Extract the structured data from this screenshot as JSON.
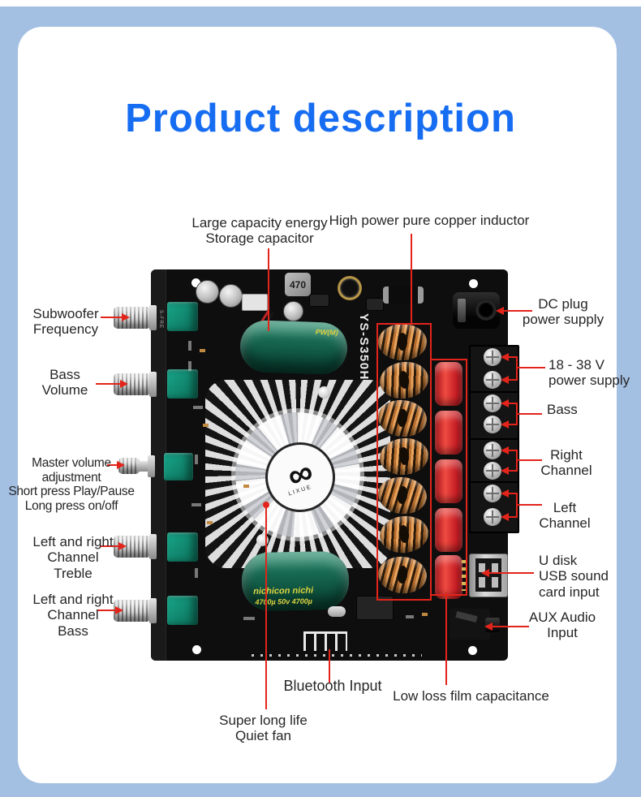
{
  "title": "Product description",
  "colors": {
    "accent_red": "#e3241b",
    "title_blue": "#176df2",
    "frame_blue": "#a3bfe2",
    "pcb_black": "#0e0e0e",
    "potentiometer_teal": "#11967c",
    "inductor_copper": "#c67a33",
    "film_capacitor_red": "#cf2027"
  },
  "board": {
    "model": "YS-S350H",
    "inductor_chip_value": "470",
    "capacitor_top_text": "PW(M)",
    "capacitor_bottom_line1": "nichicon nichi",
    "capacitor_bottom_line2": "4700µ 50v 4700µ",
    "fan_logo": "∞",
    "fan_brand": "LIXUE",
    "silk_pot1": "S-FRE"
  },
  "annotations": {
    "top": [
      {
        "id": "storage-capacitor",
        "label": "Large capacity energy\nStorage capacitor"
      },
      {
        "id": "copper-inductor",
        "label": "High power pure copper inductor"
      }
    ],
    "left": [
      {
        "id": "subwoofer-frequency",
        "label": "Subwoofer\nFrequency"
      },
      {
        "id": "bass-volume",
        "label": "Bass\nVolume"
      },
      {
        "id": "master-volume",
        "label": "Master volume\nadjustment\nShort press Play/Pause\nLong press on/off"
      },
      {
        "id": "treble",
        "label": "Left and right\nChannel\nTreble"
      },
      {
        "id": "lr-bass",
        "label": "Left and right\nChannel\nBass"
      }
    ],
    "right": [
      {
        "id": "dc-plug",
        "label": "DC plug\npower supply"
      },
      {
        "id": "power-supply-voltage",
        "label": "18 - 38 V\npower supply"
      },
      {
        "id": "bass-output",
        "label": "Bass"
      },
      {
        "id": "right-channel",
        "label": "Right\nChannel"
      },
      {
        "id": "left-channel",
        "label": "Left\nChannel"
      },
      {
        "id": "usb-input",
        "label": "U disk\nUSB sound\ncard input"
      },
      {
        "id": "aux-input",
        "label": "AUX Audio\nInput"
      }
    ],
    "bottom": [
      {
        "id": "bluetooth",
        "label": "Bluetooth Input"
      },
      {
        "id": "film-capacitance",
        "label": "Low loss film capacitance"
      },
      {
        "id": "fan",
        "label": "Super long life\nQuiet fan"
      }
    ]
  }
}
